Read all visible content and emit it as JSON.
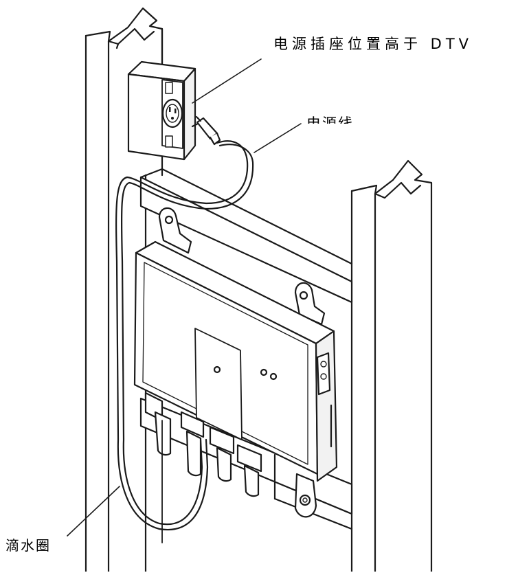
{
  "labels": {
    "outlet_position": "电源插座位置高于 DTV",
    "power_cord": "电源线",
    "drip_loop": "滴水圈"
  },
  "colors": {
    "line": "#1a1a1a",
    "fill": "#ffffff",
    "panel": "#f2f2f2"
  }
}
